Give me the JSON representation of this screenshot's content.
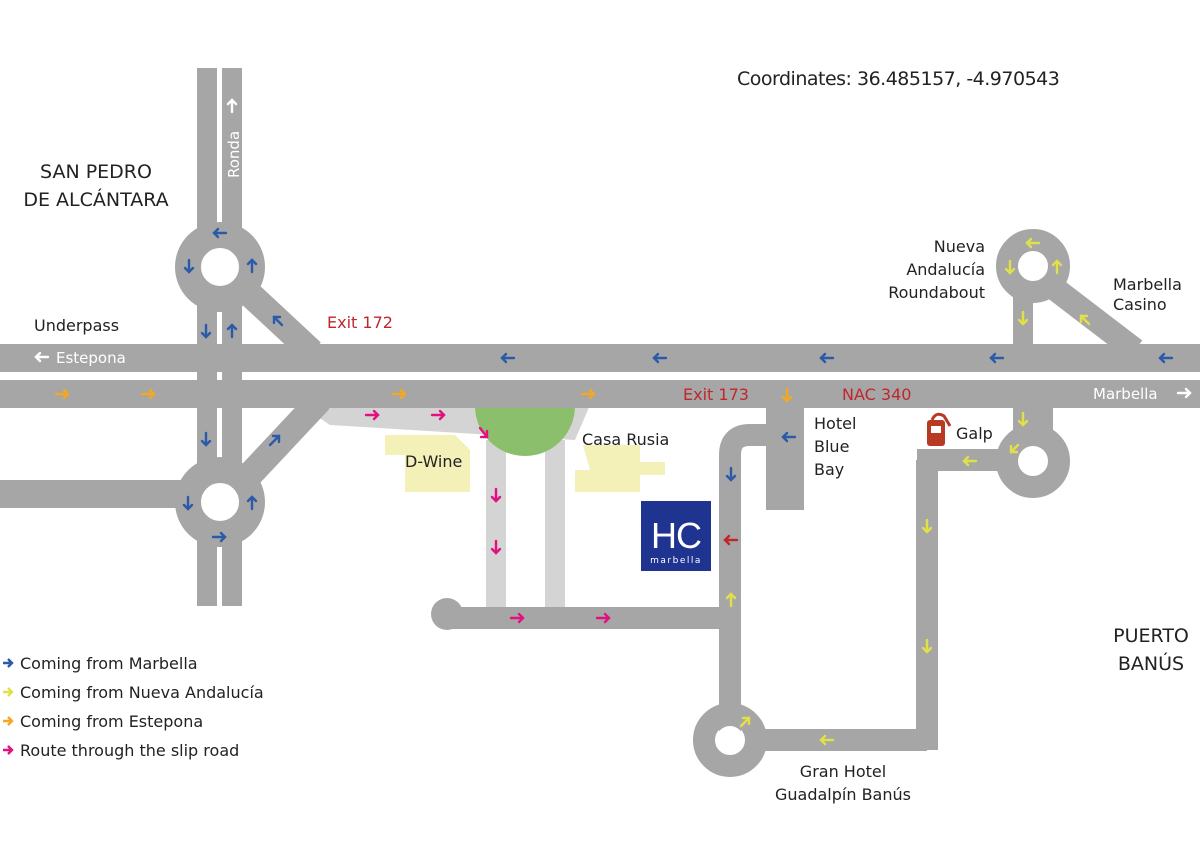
{
  "coordinates": "Coordinates: 36.485157, -4.970543",
  "places": {
    "san_pedro_1": "SAN PEDRO",
    "san_pedro_2": "DE ALCÁNTARA",
    "puerto_1": "PUERTO",
    "puerto_2": "BANÚS",
    "ronda": "Ronda",
    "underpass": "Underpass",
    "estepona": "Estepona",
    "marbella": "Marbella",
    "nueva_1": "Nueva",
    "nueva_2": "Andalucía",
    "nueva_3": "Roundabout",
    "casino_1": "Marbella",
    "casino_2": "Casino",
    "hotel_1": "Hotel",
    "hotel_2": "Blue",
    "hotel_3": "Bay",
    "galp": "Galp",
    "dwine": "D-Wine",
    "casa_rusia": "Casa Rusia",
    "gran_1": "Gran Hotel",
    "gran_2": "Guadalpín Banús"
  },
  "roads": {
    "exit172": "Exit 172",
    "exit173": "Exit 173",
    "nac340": "NAC 340"
  },
  "logo": {
    "letters": "HC",
    "sub": "marbella"
  },
  "colors": {
    "road": "#a6a6a6",
    "slip": "#d4d4d4",
    "green": "#8cbf6b",
    "building": "#f3f0b8",
    "blue_arrow": "#2b5aa8",
    "yellow_arrow": "#e0e04a",
    "orange_arrow": "#f3a823",
    "pink_arrow": "#e3117e",
    "red_arrow": "#c0272d",
    "logo_bg": "#1f3390",
    "label_red": "#c0272d"
  },
  "legend": [
    {
      "label": "Coming from Marbella",
      "color": "#2b5aa8"
    },
    {
      "label": "Coming from  Nueva Andalucía",
      "color": "#e0e04a"
    },
    {
      "label": "Coming from Estepona",
      "color": "#f3a823"
    },
    {
      "label": "Route through the slip road",
      "color": "#e3117e"
    }
  ]
}
